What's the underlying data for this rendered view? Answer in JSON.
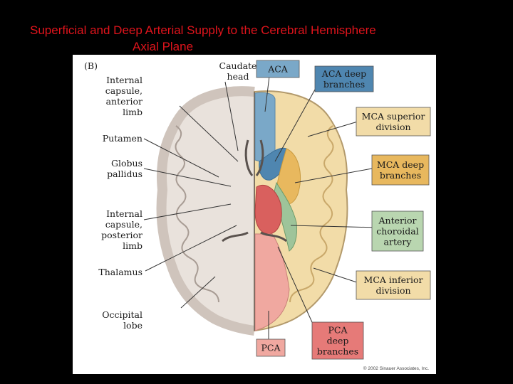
{
  "title": {
    "line1": "Superficial and Deep Arterial Supply to the Cerebral Hemisphere",
    "line2": "Axial Plane"
  },
  "figure": {
    "panel_label": "(B)",
    "copyright": "© 2002 Sinauer Associates, Inc.",
    "left_labels": [
      [
        "Internal",
        "capsule,",
        "anterior",
        "limb"
      ],
      [
        "Putamen"
      ],
      [
        "Globus",
        "pallidus"
      ],
      [
        "Internal",
        "capsule,",
        "posterior",
        "limb"
      ],
      [
        "Thalamus"
      ],
      [
        "Occipital",
        "lobe"
      ]
    ],
    "top_label": [
      "Caudate",
      "head"
    ],
    "territories": [
      {
        "name": [
          "ACA"
        ],
        "color": "#7aa8c8"
      },
      {
        "name": [
          "ACA deep",
          "branches"
        ],
        "color": "#4f86b0"
      },
      {
        "name": [
          "MCA superior",
          "division"
        ],
        "color": "#f2dca8"
      },
      {
        "name": [
          "MCA deep",
          "branches"
        ],
        "color": "#e8b85e"
      },
      {
        "name": [
          "Anterior",
          "choroidal",
          "artery"
        ],
        "color": "#b9d6b0"
      },
      {
        "name": [
          "MCA inferior",
          "division"
        ],
        "color": "#f2dca8"
      },
      {
        "name": [
          "PCA",
          "deep",
          "branches"
        ],
        "color": "#e67a78"
      },
      {
        "name": [
          "PCA"
        ],
        "color": "#f0a8a0"
      }
    ]
  }
}
